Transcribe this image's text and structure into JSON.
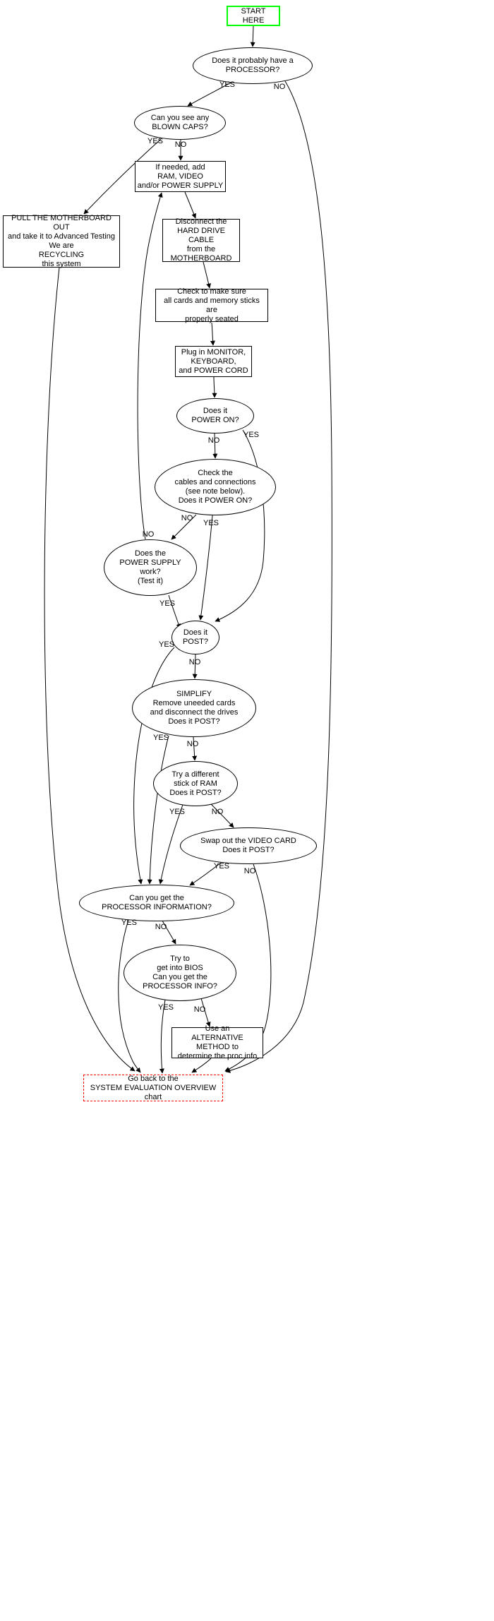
{
  "colors": {
    "bg": "#ffffff",
    "text": "#000000",
    "edge": "#000000",
    "node_border": "#000000",
    "start_border": "#00ff00",
    "goback_border": "#ff0000"
  },
  "nodes": {
    "start": {
      "label": "START HERE"
    },
    "has_processor": {
      "label": "Does it probably have a\nPROCESSOR?"
    },
    "blown_caps": {
      "label": "Can you see any\nBLOWN CAPS?"
    },
    "add_parts": {
      "label": "If needed, add\nRAM, VIDEO\nand/or POWER SUPPLY"
    },
    "pull_motherboard": {
      "label": "PULL THE MOTHERBOARD OUT\nand take it to Advanced Testing\nWe are\nRECYCLING\nthis system"
    },
    "disconnect_hdd": {
      "label": "Disconnect the\nHARD DRIVE CABLE\nfrom the\nMOTHERBOARD"
    },
    "check_seated": {
      "label": "Check to make sure\nall cards and memory sticks are\nproperly seated"
    },
    "plug_in": {
      "label": "Plug in MONITOR,\nKEYBOARD,\nand POWER CORD"
    },
    "power_on": {
      "label": "Does it\nPOWER ON?"
    },
    "check_cables": {
      "label": "Check the\ncables and connections\n(see note below).\nDoes it POWER ON?"
    },
    "psu_work": {
      "label": "Does the\nPOWER SUPPLY\nwork?\n(Test it)"
    },
    "post": {
      "label": "Does it\nPOST?"
    },
    "simplify": {
      "label": "SIMPLIFY\nRemove uneeded cards\nand disconnect the drives\nDoes it POST?"
    },
    "try_ram": {
      "label": "Try a different\nstick of RAM\nDoes it POST?"
    },
    "swap_video": {
      "label": "Swap out the VIDEO CARD\nDoes it POST?"
    },
    "proc_info": {
      "label": "Can you get the\nPROCESSOR INFORMATION?"
    },
    "bios": {
      "label": "Try to\nget into BIOS\nCan you get the\nPROCESSOR INFO?"
    },
    "alt_method": {
      "label": "Use an\nALTERNATIVE METHOD to\ndetermine the proc info"
    },
    "go_back": {
      "label": "Go back to the\nSYSTEM EVALUATION OVERVIEW chart"
    }
  },
  "edge_labels": {
    "has_processor_yes": "YES",
    "has_processor_no": "NO",
    "blown_caps_yes": "YES",
    "blown_caps_no": "NO",
    "power_on_no": "NO",
    "power_on_yes": "YES",
    "check_cables_no": "NO",
    "check_cables_yes": "YES",
    "psu_no": "NO",
    "psu_yes": "YES",
    "post_yes": "YES",
    "post_no": "NO",
    "simplify_yes": "YES",
    "simplify_no": "NO",
    "try_ram_yes": "YES",
    "try_ram_no": "NO",
    "swap_video_yes": "YES",
    "swap_video_no": "NO",
    "proc_info_yes": "YES",
    "proc_info_no": "NO",
    "bios_yes": "YES",
    "bios_no": "NO"
  }
}
